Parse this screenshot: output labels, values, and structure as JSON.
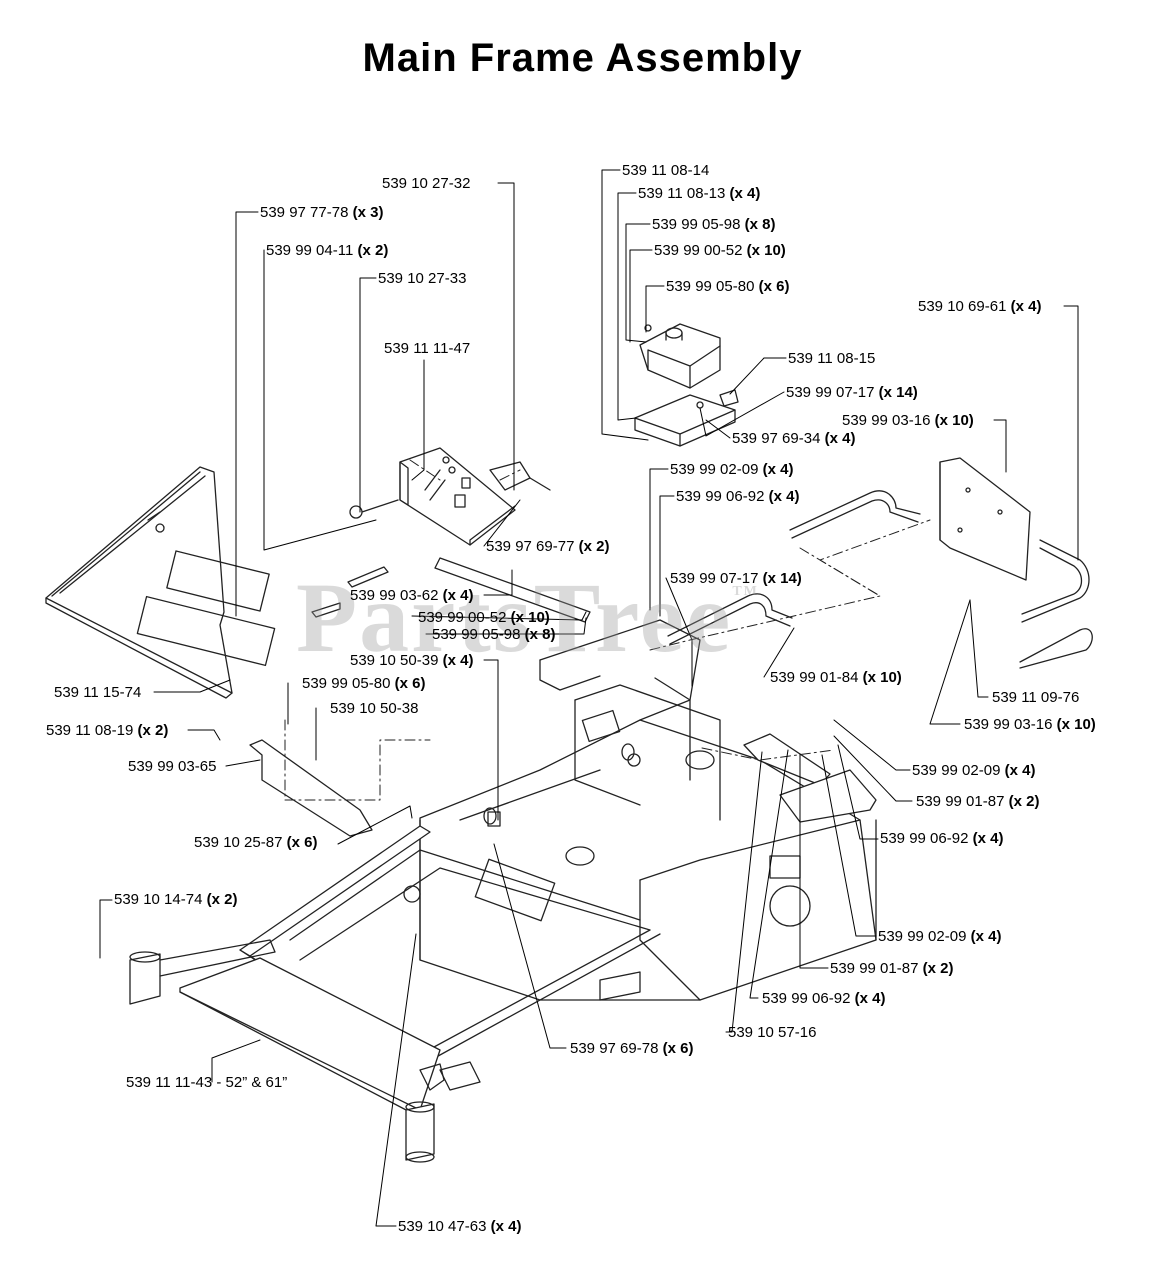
{
  "title": "Main Frame Assembly",
  "watermark": {
    "text": "PartsTree",
    "tm": "TM"
  },
  "callouts": [
    {
      "id": "c1",
      "part": "539 10 27-32",
      "qty": ""
    },
    {
      "id": "c2",
      "part": "539 97 77-78",
      "qty": "(x 3)"
    },
    {
      "id": "c3",
      "part": "539 99 04-11",
      "qty": "(x 2)"
    },
    {
      "id": "c4",
      "part": "539 10 27-33",
      "qty": ""
    },
    {
      "id": "c5",
      "part": "539 11 11-47",
      "qty": ""
    },
    {
      "id": "c6",
      "part": "539 97 69-77",
      "qty": "(x 2)"
    },
    {
      "id": "c7",
      "part": "539 11 08-14",
      "qty": ""
    },
    {
      "id": "c8",
      "part": "539 11 08-13",
      "qty": "(x 4)"
    },
    {
      "id": "c9",
      "part": "539 99 05-98",
      "qty": "(x 8)"
    },
    {
      "id": "c10",
      "part": "539 99 00-52",
      "qty": "(x 10)"
    },
    {
      "id": "c11",
      "part": "539 99 05-80",
      "qty": "(x 6)"
    },
    {
      "id": "c12",
      "part": "539 11 08-15",
      "qty": ""
    },
    {
      "id": "c13",
      "part": "539 99 07-17",
      "qty": "(x 14)"
    },
    {
      "id": "c14",
      "part": "539 97 69-34",
      "qty": "(x 4)"
    },
    {
      "id": "c15",
      "part": "539 10 69-61",
      "qty": "(x 4)"
    },
    {
      "id": "c16",
      "part": "539 99 03-16",
      "qty": "(x 10)"
    },
    {
      "id": "c17",
      "part": "539 99 02-09",
      "qty": "(x 4)"
    },
    {
      "id": "c18",
      "part": "539 99 06-92",
      "qty": "(x 4)"
    },
    {
      "id": "c19",
      "part": "539 99 07-17",
      "qty": "(x 14)"
    },
    {
      "id": "c20",
      "part": "539 99 03-62",
      "qty": "(x 4)"
    },
    {
      "id": "c21",
      "part": "539 99 00-52",
      "qty": "(x 10)"
    },
    {
      "id": "c22",
      "part": "539 99 05-98",
      "qty": "(x 8)"
    },
    {
      "id": "c23",
      "part": "539 10 50-39",
      "qty": "(x 4)"
    },
    {
      "id": "c24",
      "part": "539 99 05-80",
      "qty": "(x 6)"
    },
    {
      "id": "c25",
      "part": "539 10 50-38",
      "qty": ""
    },
    {
      "id": "c26",
      "part": "539 11 15-74",
      "qty": ""
    },
    {
      "id": "c27",
      "part": "539 11 08-19",
      "qty": "(x 2)"
    },
    {
      "id": "c28",
      "part": "539 99 03-65",
      "qty": ""
    },
    {
      "id": "c29",
      "part": "539 10 25-87",
      "qty": "(x 6)"
    },
    {
      "id": "c30",
      "part": "539 99 01-84",
      "qty": "(x 10)"
    },
    {
      "id": "c31",
      "part": "539 11 09-76",
      "qty": ""
    },
    {
      "id": "c32",
      "part": "539 99 03-16",
      "qty": "(x 10)"
    },
    {
      "id": "c33",
      "part": "539 99 02-09",
      "qty": "(x 4)"
    },
    {
      "id": "c34",
      "part": "539 99 01-87",
      "qty": "(x 2)"
    },
    {
      "id": "c35",
      "part": "539 99 06-92",
      "qty": "(x 4)"
    },
    {
      "id": "c36",
      "part": "539 10 14-74",
      "qty": "(x 2)"
    },
    {
      "id": "c37",
      "part": "539 99 02-09",
      "qty": "(x 4)"
    },
    {
      "id": "c38",
      "part": "539 99 01-87",
      "qty": "(x 2)"
    },
    {
      "id": "c39",
      "part": "539 99 06-92",
      "qty": "(x 4)"
    },
    {
      "id": "c40",
      "part": "539 10 57-16",
      "qty": ""
    },
    {
      "id": "c41",
      "part": "539 97 69-78",
      "qty": "(x 6)"
    },
    {
      "id": "c42",
      "part": "539 11 11-43 - 52” & 61”",
      "qty": ""
    },
    {
      "id": "c43",
      "part": "539 10 47-63",
      "qty": "(x 4)"
    }
  ]
}
